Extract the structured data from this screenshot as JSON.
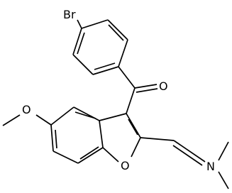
{
  "molecule": {
    "atoms": {
      "bromine": "Br",
      "carbonyl_oxygen": "O",
      "methoxy_oxygen": "O",
      "furan_oxygen": "O",
      "amine_nitrogen": "N"
    }
  },
  "colors": {
    "bond": "#000000",
    "label": "#000000",
    "background": "#ffffff"
  }
}
